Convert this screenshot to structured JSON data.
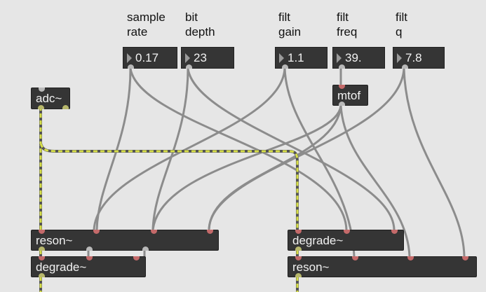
{
  "comments": {
    "sample_rate": "sample\nrate",
    "bit_depth": "bit\ndepth",
    "filt_gain": "filt\ngain",
    "filt_freq": "filt\nfreq",
    "filt_q": "filt\nq"
  },
  "numboxes": {
    "sample_rate": "0.17",
    "bit_depth": "23",
    "filt_gain": "1.1",
    "filt_freq": "39.",
    "filt_q": "7.8"
  },
  "objects": {
    "adc": "adc~",
    "mtof": "mtof",
    "reson_left": "reson~",
    "degrade_left": "degrade~",
    "degrade_right": "degrade~",
    "reson_right": "reson~"
  },
  "colors": {
    "background": "#e6e6e6",
    "object_fill": "#353535",
    "patch_cord": "#8c8c8c",
    "signal_cord": "#d8e04a"
  }
}
